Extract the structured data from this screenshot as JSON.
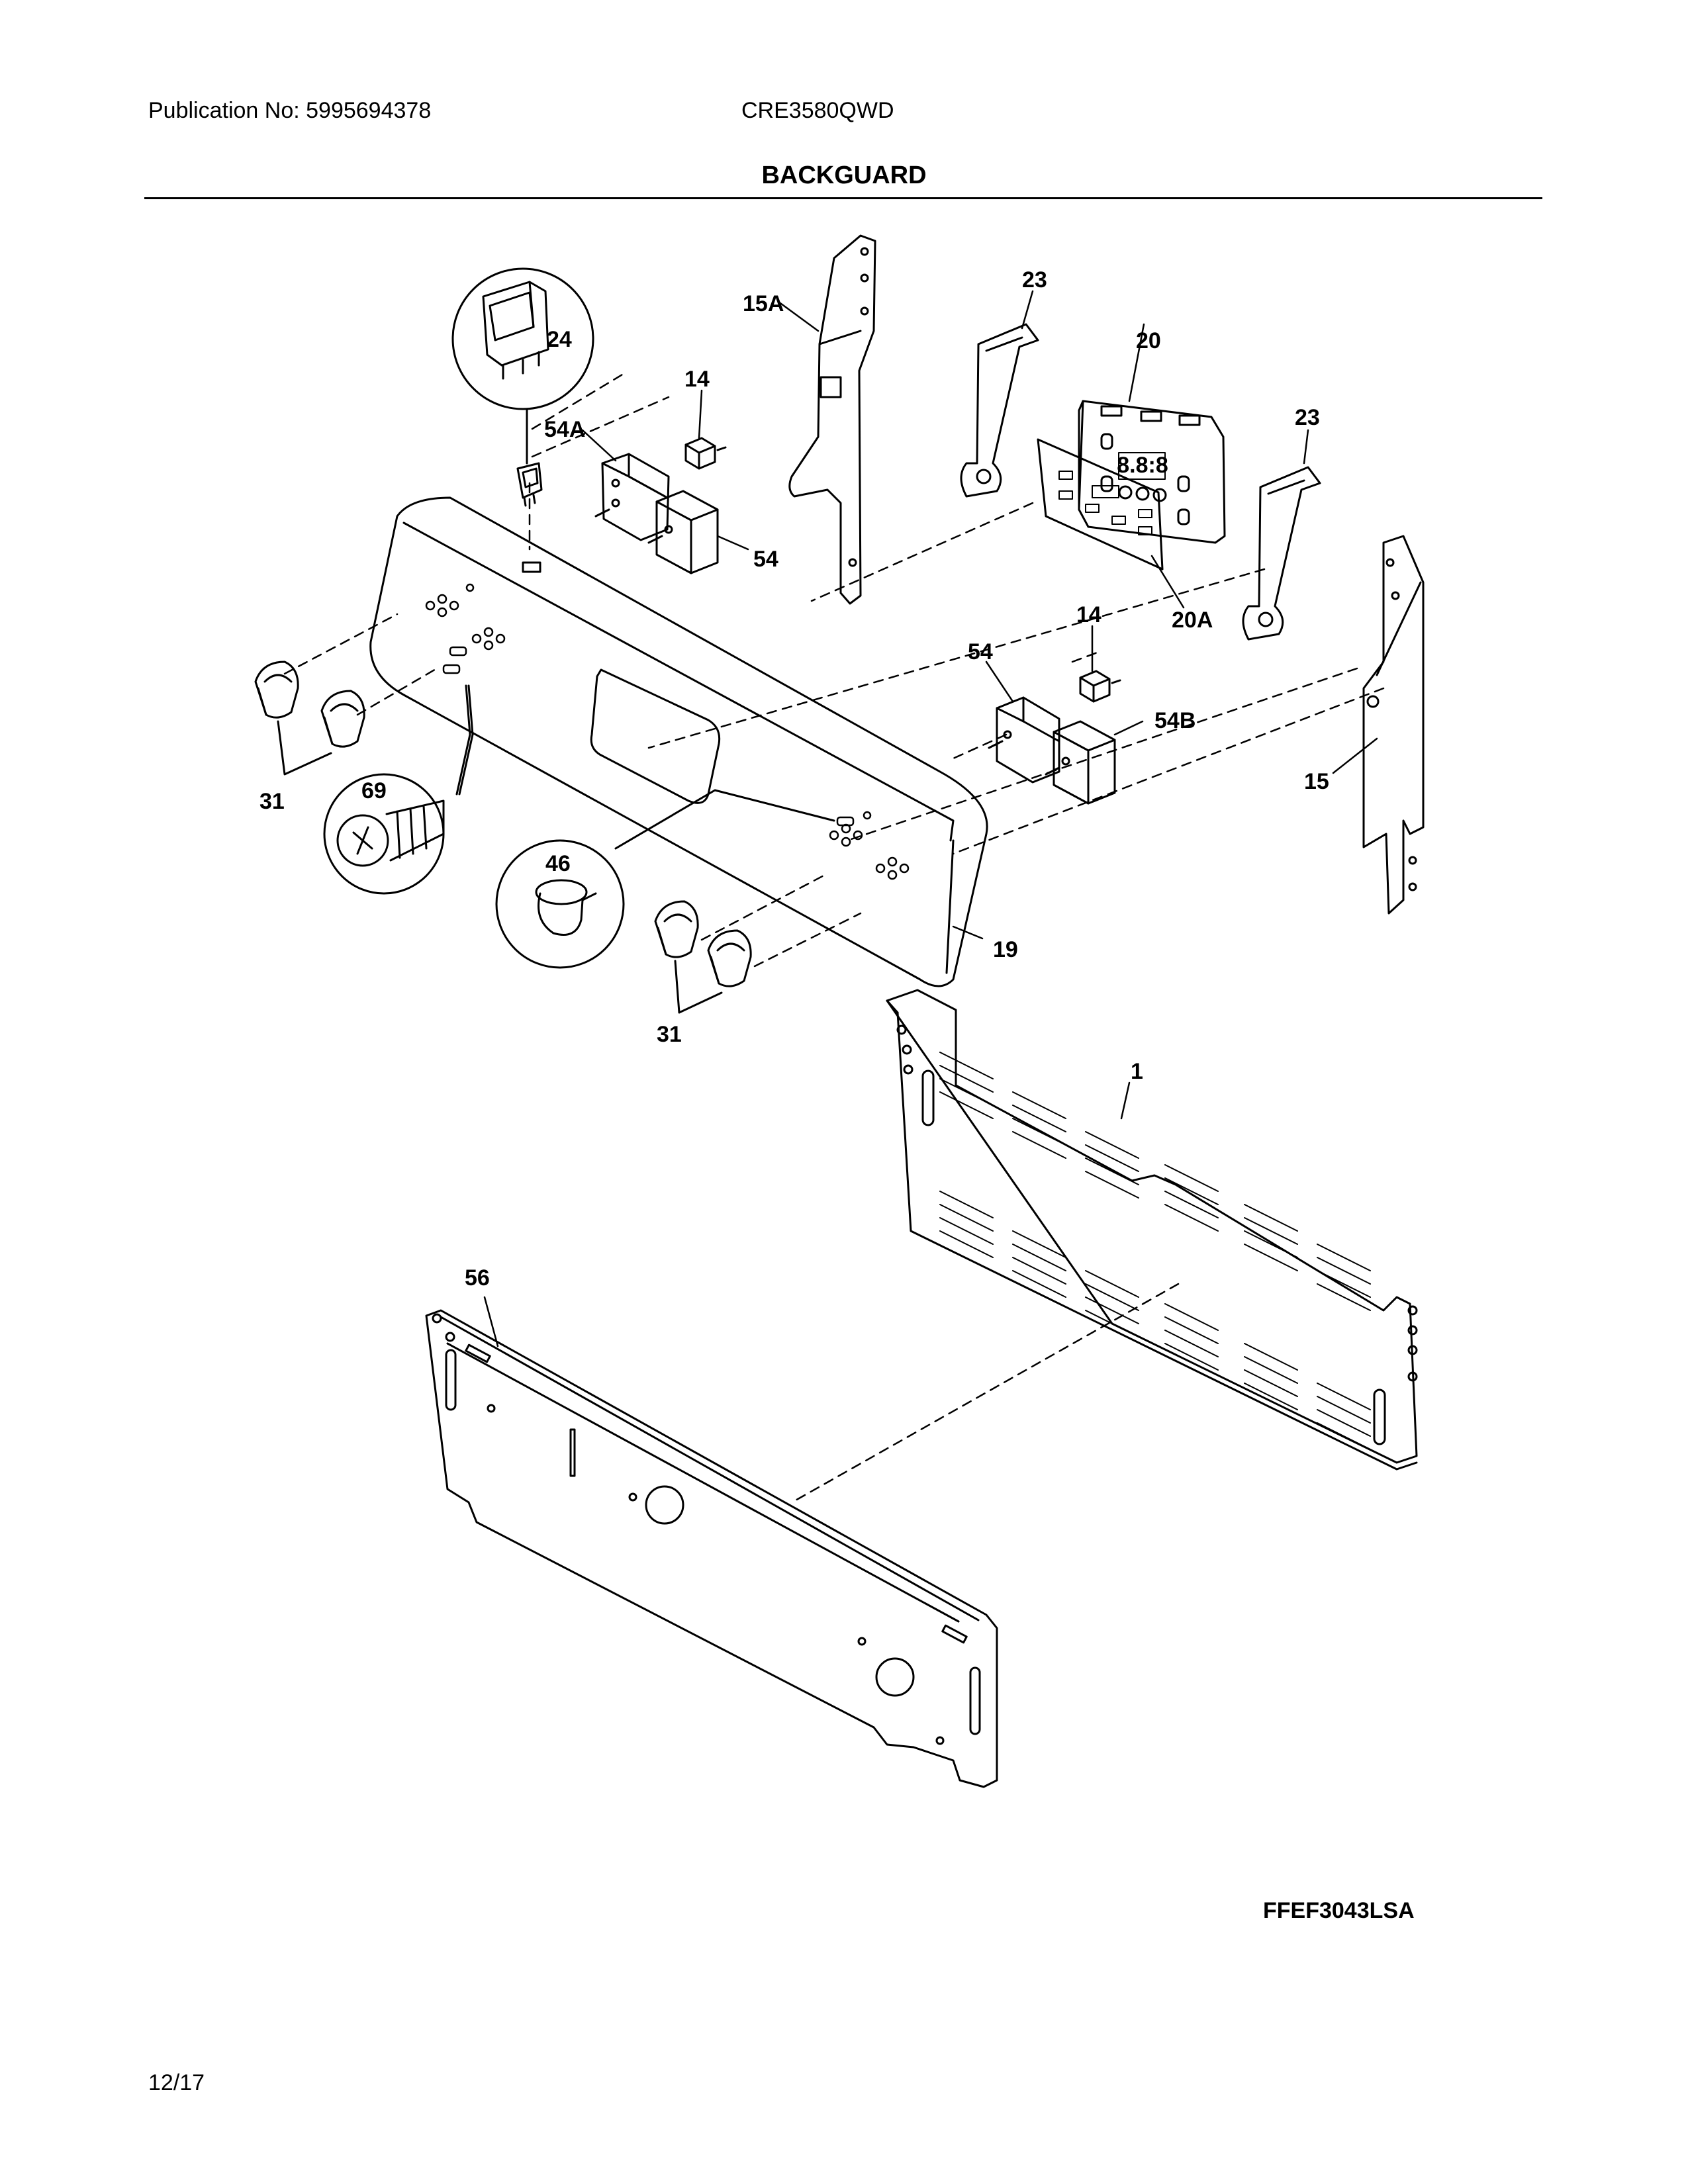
{
  "header": {
    "publication": "Publication No: 5995694378",
    "model": "CRE3580QWD",
    "title": "BACKGUARD"
  },
  "diagram": {
    "labels": {
      "p24": "24",
      "p15a": "15A",
      "p23a": "23",
      "p20": "20",
      "p23b": "23",
      "p14a": "14",
      "p54a": "54A",
      "p54top": "54",
      "p20a": "20A",
      "p14b": "14",
      "p54mid": "54",
      "p54b": "54B",
      "p15": "15",
      "p31a": "31",
      "p69": "69",
      "p46": "46",
      "p19": "19",
      "p31b": "31",
      "p1": "1",
      "p56": "56"
    },
    "display_digits": "8.8:8"
  },
  "footer": {
    "code": "FFEF3043LSA",
    "date": "12/17"
  }
}
